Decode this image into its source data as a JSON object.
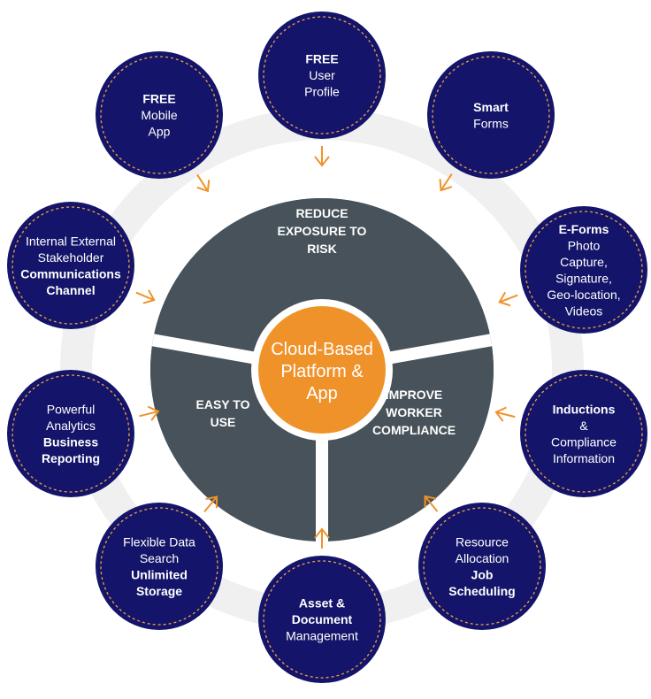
{
  "center": {
    "lines": [
      "Cloud-Based",
      "Platform &",
      "App"
    ]
  },
  "segments": [
    {
      "id": "reduce-exposure",
      "lines": [
        "REDUCE",
        "EXPOSURE TO",
        "RISK"
      ]
    },
    {
      "id": "easy-to-use",
      "lines": [
        "EASY TO",
        "USE"
      ]
    },
    {
      "id": "improve-compliance",
      "lines": [
        "IMPROVE",
        "WORKER",
        "COMPLIANCE"
      ]
    }
  ],
  "satellites": [
    {
      "id": "free-user-profile",
      "lines": [
        {
          "t": "FREE",
          "b": true
        },
        {
          "t": "User",
          "b": false
        },
        {
          "t": "Profile",
          "b": false
        }
      ]
    },
    {
      "id": "smart-forms",
      "lines": [
        {
          "t": "Smart",
          "b": true
        },
        {
          "t": "Forms",
          "b": false
        }
      ]
    },
    {
      "id": "e-forms",
      "lines": [
        {
          "t": "E-Forms",
          "b": true
        },
        {
          "t": "Photo",
          "b": false
        },
        {
          "t": "Capture,",
          "b": false
        },
        {
          "t": "Signature,",
          "b": false
        },
        {
          "t": "Geo-location,",
          "b": false
        },
        {
          "t": "Videos",
          "b": false
        }
      ]
    },
    {
      "id": "inductions",
      "lines": [
        {
          "t": "Inductions",
          "b": true
        },
        {
          "t": "&",
          "b": false
        },
        {
          "t": "Compliance",
          "b": false
        },
        {
          "t": "Information",
          "b": false
        }
      ]
    },
    {
      "id": "resource-allocation",
      "lines": [
        {
          "t": "Resource",
          "b": false
        },
        {
          "t": "Allocation",
          "b": false
        },
        {
          "t": "Job",
          "b": true
        },
        {
          "t": "Scheduling",
          "b": true
        }
      ]
    },
    {
      "id": "asset-document",
      "lines": [
        {
          "t": "Asset &",
          "b": true
        },
        {
          "t": "Document",
          "b": true
        },
        {
          "t": "Management",
          "b": false
        }
      ]
    },
    {
      "id": "flexible-data",
      "lines": [
        {
          "t": "Flexible Data",
          "b": false
        },
        {
          "t": "Search",
          "b": false
        },
        {
          "t": "Unlimited",
          "b": true
        },
        {
          "t": "Storage",
          "b": true
        }
      ]
    },
    {
      "id": "powerful-analytics",
      "lines": [
        {
          "t": "Powerful",
          "b": false
        },
        {
          "t": "Analytics",
          "b": false
        },
        {
          "t": "Business",
          "b": true
        },
        {
          "t": "Reporting",
          "b": true
        }
      ]
    },
    {
      "id": "communications",
      "lines": [
        {
          "t": "Internal External",
          "b": false
        },
        {
          "t": "Stakeholder",
          "b": false
        },
        {
          "t": "Communications",
          "b": true
        },
        {
          "t": "Channel",
          "b": true
        }
      ]
    },
    {
      "id": "free-mobile-app",
      "lines": [
        {
          "t": "FREE",
          "b": true
        },
        {
          "t": "Mobile",
          "b": false
        },
        {
          "t": "App",
          "b": false
        }
      ]
    }
  ],
  "colors": {
    "satellite_fill": "#14156a",
    "satellite_dash": "#f0a040",
    "segment_fill": "#47525a",
    "center_fill": "#f0922a",
    "arrow": "#f0922a",
    "ring": "#f0f0f0"
  }
}
